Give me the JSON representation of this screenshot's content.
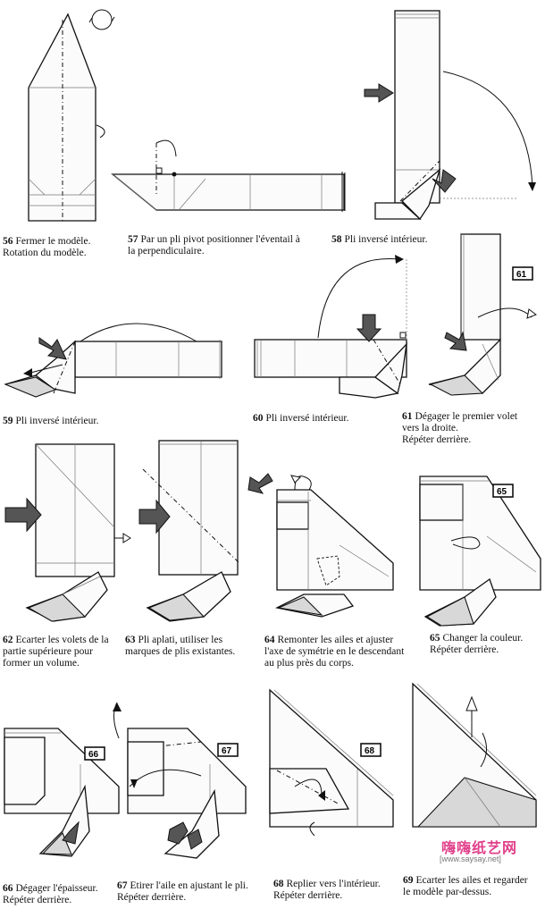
{
  "steps": [
    {
      "num": "56",
      "text": "Fermer le modèle.\nRotation du modèle."
    },
    {
      "num": "57",
      "text": "Par un pli pivot positionner l'éventail à\nla perpendiculaire."
    },
    {
      "num": "58",
      "text": "Pli inversé intérieur."
    },
    {
      "num": "59",
      "text": "Pli inversé intérieur."
    },
    {
      "num": "60",
      "text": "Pli inversé intérieur."
    },
    {
      "num": "61",
      "text": "Dégager le premier volet\nvers la droite.\nRépéter derrière."
    },
    {
      "num": "62",
      "text": "Ecarter les volets de la\npartie supérieure pour\nformer un volume."
    },
    {
      "num": "63",
      "text": "Pli aplati, utiliser les\nmarques de plis existantes."
    },
    {
      "num": "64",
      "text": "Remonter les ailes et ajuster\nl'axe de symétrie en le descendant\nau plus près du corps."
    },
    {
      "num": "65",
      "text": "Changer la couleur.\nRépéter derrière."
    },
    {
      "num": "66",
      "text": "Dégager l'épaisseur.\nRépéter derrière."
    },
    {
      "num": "67",
      "text": "Etirer l'aile en ajustant le pli.\nRépéter derrière."
    },
    {
      "num": "68",
      "text": "Replier vers l'intérieur.\nRépéter derrière."
    },
    {
      "num": "69",
      "text": "Ecarter les ailes et regarder\nle modèle par-dessus."
    }
  ],
  "refs": [
    "61",
    "65",
    "66",
    "67",
    "68"
  ],
  "watermark": {
    "line1": "嗨嗨纸艺网",
    "line2": "[www.saysay.net]",
    "color": "#e0408a"
  }
}
